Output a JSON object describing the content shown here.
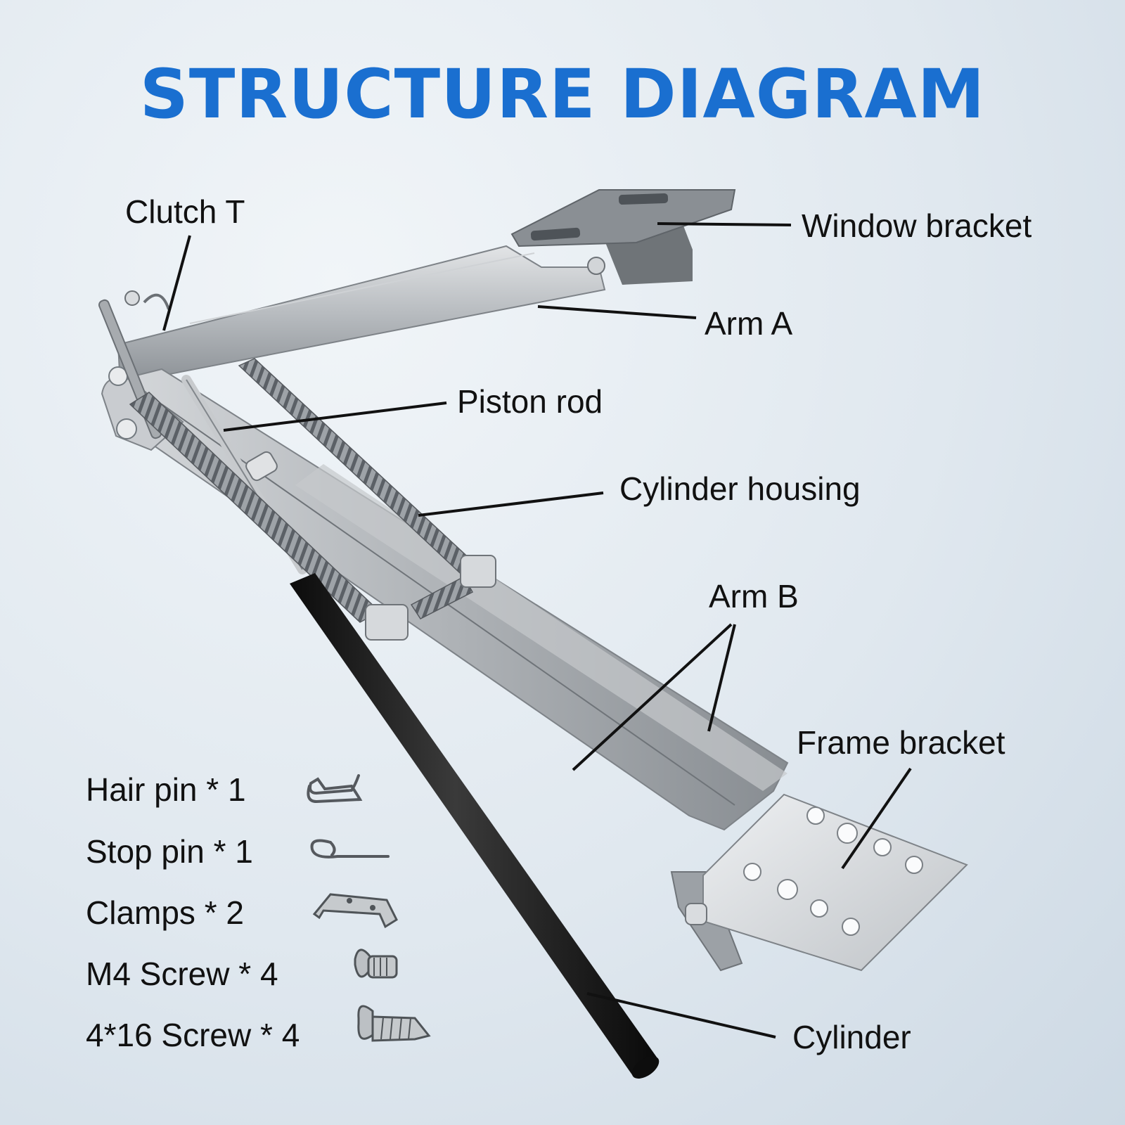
{
  "title": "STRUCTURE DIAGRAM",
  "labels": {
    "clutch_t": "Clutch T",
    "window_bracket": "Window bracket",
    "arm_a": "Arm A",
    "piston_rod": "Piston rod",
    "cylinder_housing": "Cylinder housing",
    "arm_b": "Arm B",
    "frame_bracket": "Frame bracket",
    "cylinder": "Cylinder"
  },
  "parts": [
    {
      "text": "Hair pin * 1",
      "icon": "hair-pin-icon"
    },
    {
      "text": "Stop pin * 1",
      "icon": "stop-pin-icon"
    },
    {
      "text": "Clamps * 2",
      "icon": "clamp-icon"
    },
    {
      "text": "M4 Screw * 4",
      "icon": "m4-screw-icon"
    },
    {
      "text": "4*16 Screw * 4",
      "icon": "wood-screw-icon"
    }
  ],
  "colors": {
    "title": "#1a6fd0",
    "metal": "#b9bdc1",
    "cylinder": "#1c1c1c",
    "text": "#111111"
  }
}
